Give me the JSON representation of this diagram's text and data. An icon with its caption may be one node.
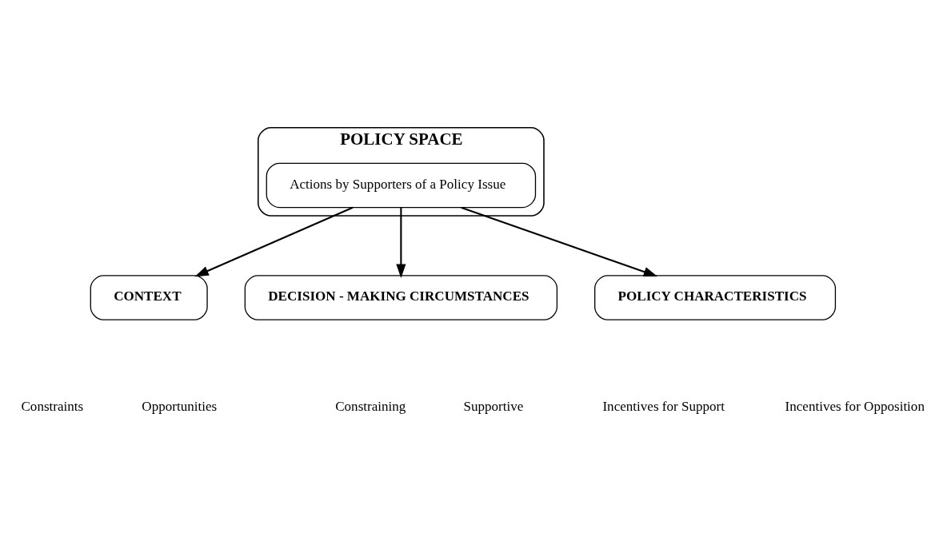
{
  "diagram": {
    "nodes": [
      {
        "text": [
          "CONTEXT"
        ]
      },
      {
        "text": [
          "DECISION - MAKING CIRCUMSTANCES"
        ]
      },
      {
        "text": [
          "POLICY CHARACTERISTICS"
        ]
      },
      {
        "text": [
          "POLICY SPACE"
        ]
      },
      {
        "text": [
          "Actions by Supporters of a Policy Issue"
        ],
        "in": 3
      }
    ],
    "edges": [
      {
        "from": 4,
        "to": 0,
        "arrow": "to"
      },
      {
        "from": 4,
        "to": 1,
        "arrow": "to"
      },
      {
        "from": 4,
        "to": 2,
        "arrow": "to"
      }
    ],
    "labels": [
      "Constraints",
      "Opportunities",
      "Constraining",
      "Supportive",
      "Incentives for Support",
      "Incentives for Opposition"
    ]
  }
}
